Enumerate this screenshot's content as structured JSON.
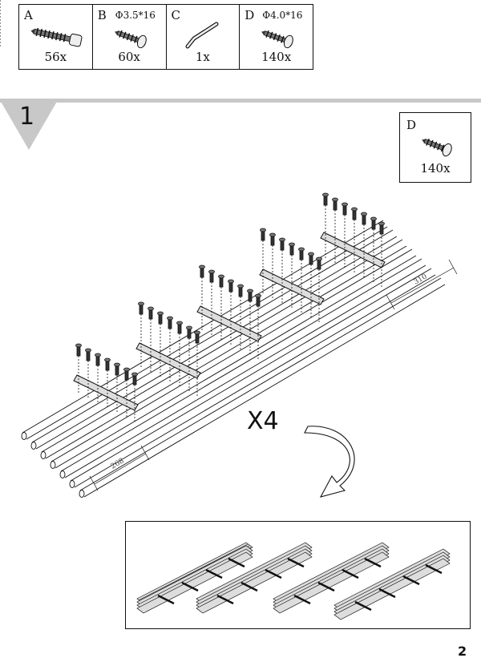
{
  "parts": [
    {
      "letter": "A",
      "spec": "",
      "count": "56x",
      "icon": "screw-long-icon"
    },
    {
      "letter": "B",
      "spec": "Φ3.5*16",
      "count": "60x",
      "icon": "screw-short-icon"
    },
    {
      "letter": "C",
      "spec": "",
      "count": "1x",
      "icon": "hex-key-icon"
    },
    {
      "letter": "D",
      "spec": "Φ4.0*16",
      "count": "140x",
      "icon": "screw-short-icon"
    }
  ],
  "step": {
    "number": "1"
  },
  "callout": {
    "letter": "D",
    "count": "140x"
  },
  "dimensions": {
    "length_right": "310",
    "length_left": "268"
  },
  "multiplier": "X4",
  "page_number": "2"
}
